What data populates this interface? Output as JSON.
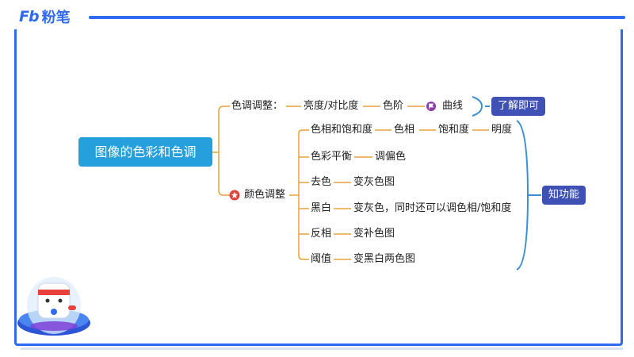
{
  "brand": {
    "mark": "Fb",
    "name": "粉笔"
  },
  "diagram": {
    "root": "图像的色彩和色调",
    "branch_tone": {
      "label": "色调调整：",
      "chain": [
        "亮度/对比度",
        "色阶",
        "曲线"
      ],
      "tag": "了解即可"
    },
    "branch_color": {
      "label": "颜色调整",
      "tag": "知功能",
      "rows": [
        {
          "items": [
            "色相和饱和度",
            "色相",
            "饱和度",
            "明度"
          ]
        },
        {
          "items": [
            "色彩平衡",
            "调偏色"
          ]
        },
        {
          "items": [
            "去色",
            "变灰色图"
          ]
        },
        {
          "items": [
            "黑白",
            "变灰色，同时还可以调色相/饱和度"
          ]
        },
        {
          "items": [
            "反相",
            "变补色图"
          ]
        },
        {
          "items": [
            "阈值",
            "变黑白两色图"
          ]
        }
      ]
    }
  },
  "colors": {
    "accent": "#2f6bf0",
    "root_bg": "#25a0dc",
    "tag_bg": "#3f51b5",
    "connector": "#e7a43a",
    "bracket": "#3a8fd6"
  }
}
